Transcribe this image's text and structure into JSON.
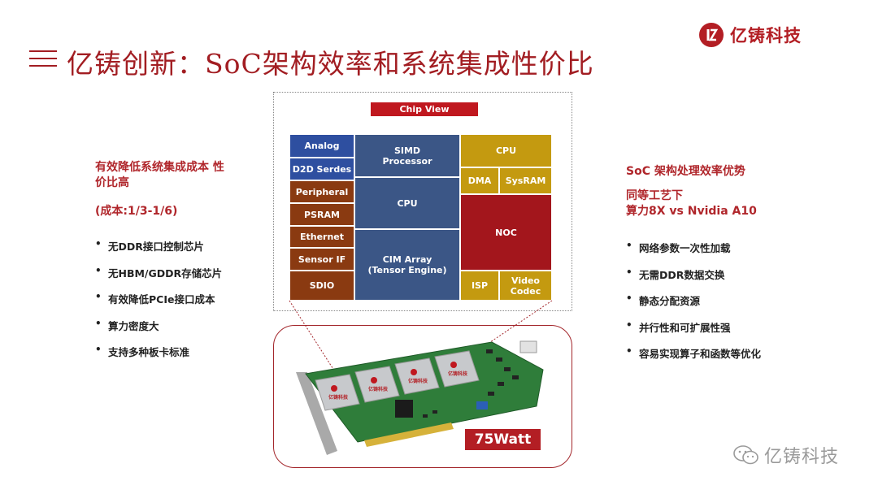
{
  "header": {
    "title": "亿铸创新：SoC架构效率和系统集成性价比",
    "logo_text": "亿铸科技"
  },
  "left_panel": {
    "heading": "有效降低系统集成成本 性价比高",
    "cost_note": "(成本:1/3-1/6)",
    "bullets": [
      "无DDR接口控制芯片",
      "无HBM/GDDR存储芯片",
      "有效降低PCIe接口成本",
      "算力密度大",
      "支持多种板卡标准"
    ]
  },
  "right_panel": {
    "heading": "SoC 架构处理效率优势",
    "heading2_line1": "同等工艺下",
    "heading2_line2": "算力8X vs Nvidia A10",
    "bullets": [
      "网络参数一次性加载",
      "无需DDR数据交换",
      "静态分配资源",
      "并行性和可扩展性强",
      "容易实现算子和函数等优化"
    ]
  },
  "chip_view": {
    "label": "Chip View",
    "left_blocks": [
      "Analog",
      "D2D Serdes",
      "Peripheral",
      "PSRAM",
      "Ethernet",
      "Sensor IF",
      "SDIO"
    ],
    "simd_line1": "SIMD",
    "simd_line2": "Processor",
    "cpu_center": "CPU",
    "cim_line1": "CIM Array",
    "cim_line2": "(Tensor Engine)",
    "cpu_right": "CPU",
    "dma": "DMA",
    "sysram": "SysRAM",
    "noc": "NOC",
    "isp": "ISP",
    "video_line1": "Video",
    "video_line2": "Codec"
  },
  "board": {
    "power": "75Watt",
    "chip_logo": "亿铸科技"
  },
  "watermark": {
    "text": "亿铸科技",
    "icon": "wechat-icon"
  },
  "colors": {
    "brand_red": "#a21d22",
    "block_blue": "#2e4fa0",
    "block_brown": "#8a3a11",
    "block_slate": "#3b5686",
    "block_gold": "#c49a10",
    "block_red": "#a3161c",
    "pcb_green": "#2f7d3a"
  }
}
